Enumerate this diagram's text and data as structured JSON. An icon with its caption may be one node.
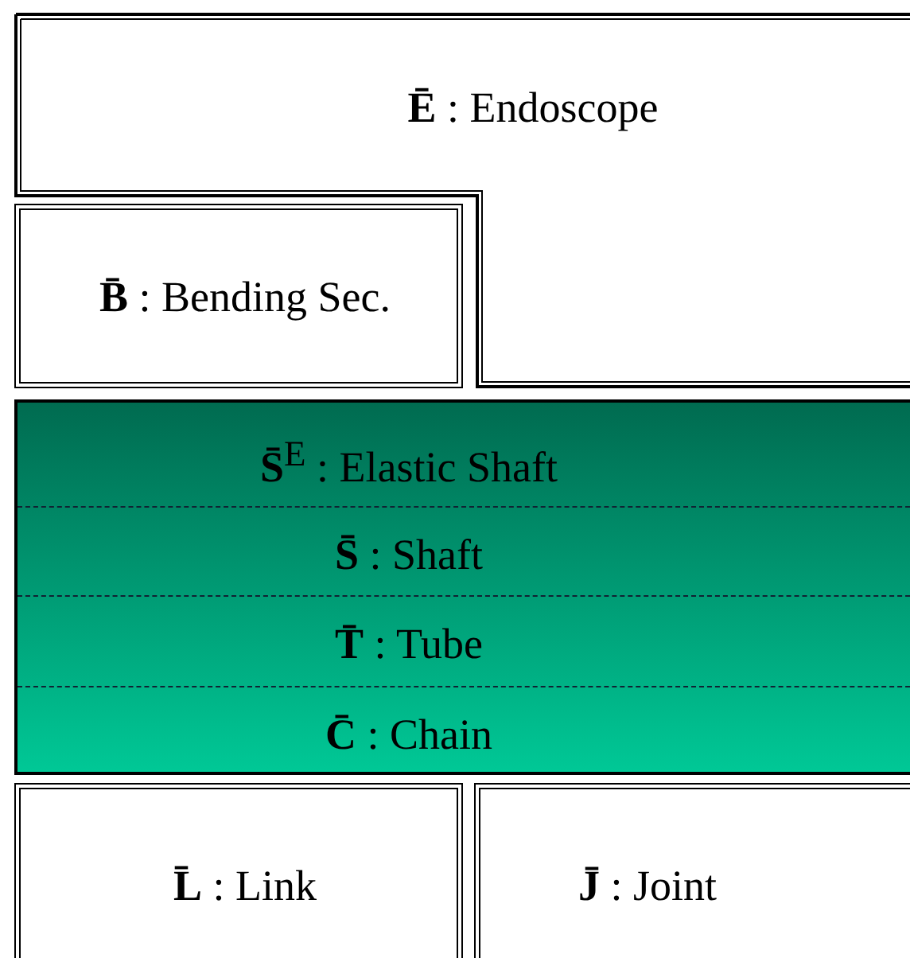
{
  "diagram": {
    "nodes": [
      {
        "text": [
          "**Ē** : Endoscope"
        ]
      },
      {
        "text": [
          "**B̄** : Bending Sec."
        ]
      },
      {
        "text": [],
        "shape": "box"
      },
      {
        "text": [
          "**S̄**$^{E}$ : Elastic Shaft"
        ],
        "in": 2
      },
      {
        "text": [
          "**S̄** : Shaft"
        ],
        "in": 2
      },
      {
        "text": [
          "**T̄** : Tube"
        ],
        "in": 2
      },
      {
        "text": [
          "**C̄** : Chain"
        ],
        "in": 2
      },
      {
        "text": [
          "**L̄** : Link"
        ]
      },
      {
        "text": [
          "**J̄** : Joint"
        ]
      }
    ]
  }
}
